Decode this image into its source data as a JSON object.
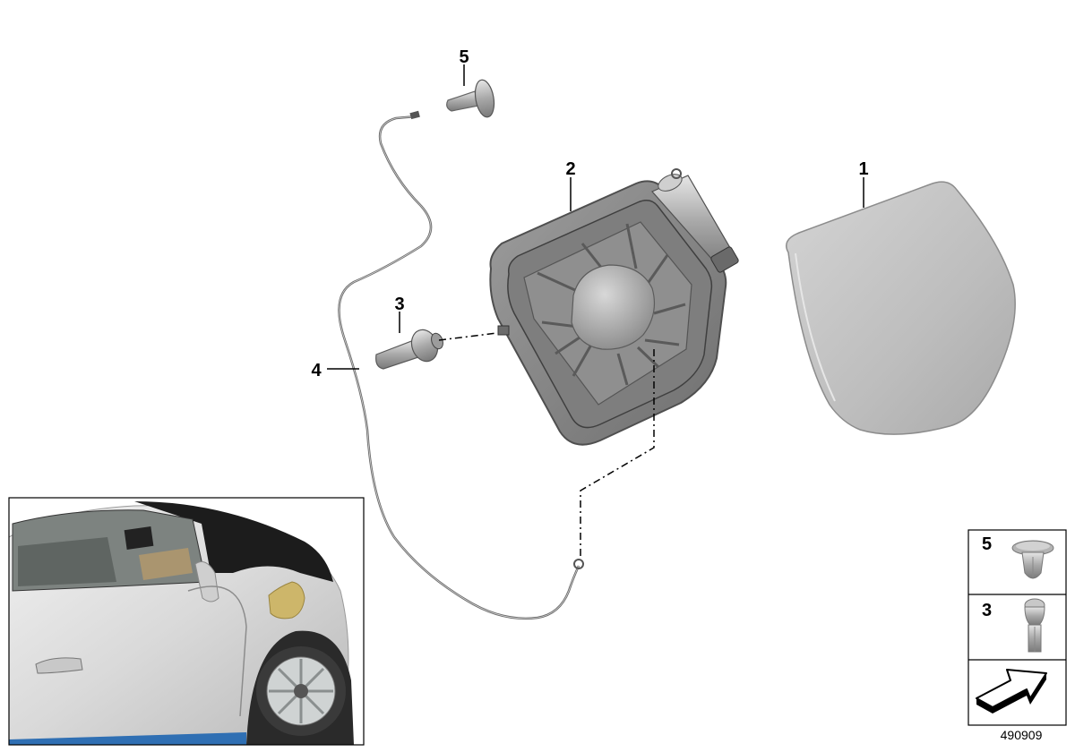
{
  "callouts": {
    "c1": "1",
    "c2": "2",
    "c3": "3",
    "c4": "4",
    "c5": "5"
  },
  "legend": {
    "items": [
      {
        "number": "5",
        "icon": "plastic-rivet-icon"
      },
      {
        "number": "3",
        "icon": "expanding-rivet-icon"
      }
    ],
    "direction_icon": "forward-arrow-icon"
  },
  "document_number": "490909"
}
